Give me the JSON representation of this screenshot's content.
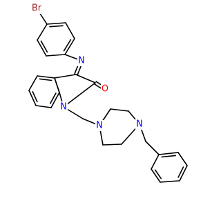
{
  "diagram": {
    "type": "chemical-structure",
    "background": "#ffffff",
    "bond_color": "#000000",
    "atom_colors": {
      "Br": "#a52a2a",
      "N": "#0000ff",
      "O": "#ff0000"
    },
    "atoms": [
      {
        "id": "br",
        "symbol": "Br"
      },
      {
        "id": "n_imine",
        "symbol": "N"
      },
      {
        "id": "o_carbonyl",
        "symbol": "O"
      },
      {
        "id": "n_indole",
        "symbol": "N"
      },
      {
        "id": "n_pip_top",
        "symbol": "N"
      },
      {
        "id": "n_pip_bottom",
        "symbol": "N"
      }
    ]
  }
}
